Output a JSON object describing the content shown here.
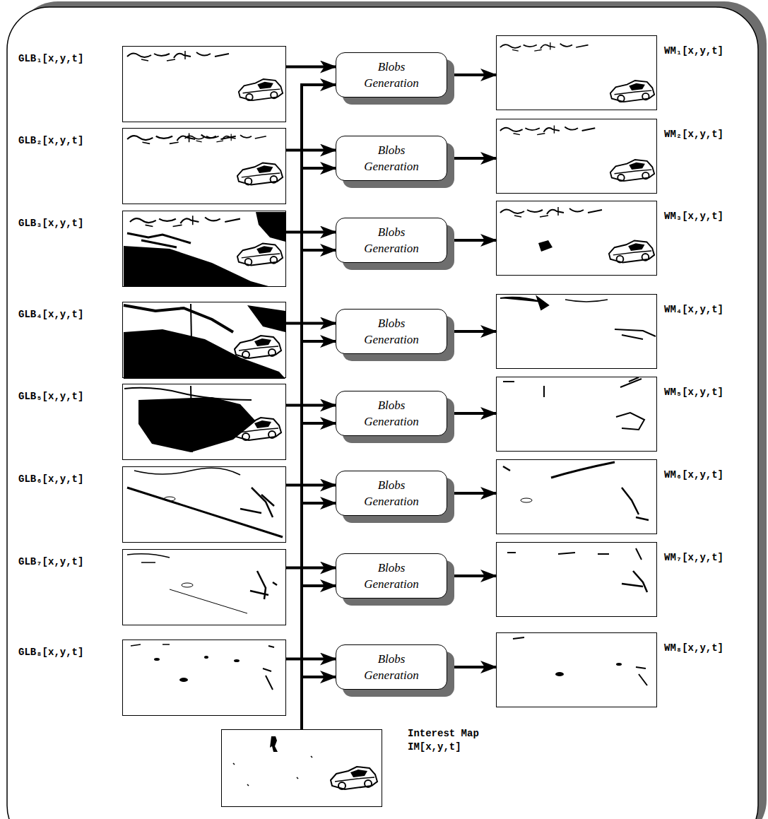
{
  "diagram": {
    "nodes": [
      {
        "text": [
          "GLB₁[x,y,t]"
        ]
      },
      {
        "text": [
          "Blobs Generation"
        ]
      },
      {
        "text": [
          "WM₁[x,y,t]"
        ]
      },
      {
        "text": [
          "GLB₂[x,y,t]"
        ]
      },
      {
        "text": [
          "Blobs Generation"
        ]
      },
      {
        "text": [
          "WM₂[x,y,t]"
        ]
      },
      {
        "text": [
          "GLB₃[x,y,t]"
        ]
      },
      {
        "text": [
          "Blobs Generation"
        ]
      },
      {
        "text": [
          "WM₃[x,y,t]"
        ]
      },
      {
        "text": [
          "GLB₄[x,y,t]"
        ]
      },
      {
        "text": [
          "Blobs Generation"
        ]
      },
      {
        "text": [
          "WM₄[x,y,t]"
        ]
      },
      {
        "text": [
          "GLB₅[x,y,t]"
        ]
      },
      {
        "text": [
          "Blobs Generation"
        ]
      },
      {
        "text": [
          "WM₅[x,y,t]"
        ]
      },
      {
        "text": [
          "GLB₆[x,y,t]"
        ]
      },
      {
        "text": [
          "Blobs Generation"
        ]
      },
      {
        "text": [
          "WM₆[x,y,t]"
        ]
      },
      {
        "text": [
          "GLB₇[x,y,t]"
        ]
      },
      {
        "text": [
          "Blobs Generation"
        ]
      },
      {
        "text": [
          "WM₇[x,y,t]"
        ]
      },
      {
        "text": [
          "GLB₈[x,y,t]"
        ]
      },
      {
        "text": [
          "Blobs Generation"
        ]
      },
      {
        "text": [
          "WM₈[x,y,t]"
        ]
      },
      {
        "text": [
          "Interest Map IM[x,y,t]"
        ]
      }
    ],
    "edges": [
      {
        "from": 0,
        "to": 1,
        "arrow": "to"
      },
      {
        "from": 1,
        "to": 2,
        "arrow": "to"
      },
      {
        "from": 3,
        "to": 4,
        "arrow": "to"
      },
      {
        "from": 4,
        "to": 5,
        "arrow": "to"
      },
      {
        "from": 6,
        "to": 7,
        "arrow": "to"
      },
      {
        "from": 7,
        "to": 8,
        "arrow": "to"
      },
      {
        "from": 9,
        "to": 10,
        "arrow": "to"
      },
      {
        "from": 10,
        "to": 11,
        "arrow": "to"
      },
      {
        "from": 12,
        "to": 13,
        "arrow": "to"
      },
      {
        "from": 13,
        "to": 14,
        "arrow": "to"
      },
      {
        "from": 15,
        "to": 16,
        "arrow": "to"
      },
      {
        "from": 16,
        "to": 17,
        "arrow": "to"
      },
      {
        "from": 18,
        "to": 19,
        "arrow": "to"
      },
      {
        "from": 19,
        "to": 20,
        "arrow": "to"
      },
      {
        "from": 21,
        "to": 22,
        "arrow": "to"
      },
      {
        "from": 22,
        "to": 23,
        "arrow": "to"
      },
      {
        "from": 24,
        "to": 1,
        "arrow": "to"
      },
      {
        "from": 24,
        "to": 4,
        "arrow": "to"
      },
      {
        "from": 24,
        "to": 7,
        "arrow": "to"
      },
      {
        "from": 24,
        "to": 10,
        "arrow": "to"
      },
      {
        "from": 24,
        "to": 13,
        "arrow": "to"
      },
      {
        "from": 24,
        "to": 16,
        "arrow": "to"
      },
      {
        "from": 24,
        "to": 19,
        "arrow": "to"
      },
      {
        "from": 24,
        "to": 22,
        "arrow": "to"
      }
    ]
  }
}
